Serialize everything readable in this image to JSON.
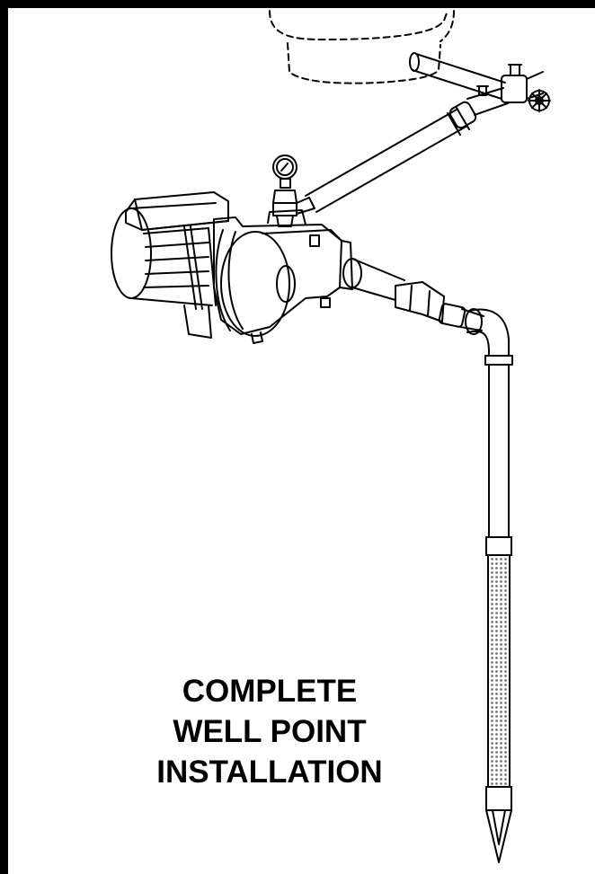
{
  "caption": {
    "line1": "COMPLETE",
    "line2": "WELL POINT",
    "line3": "INSTALLATION"
  },
  "colors": {
    "line": "#000000",
    "background": "#ffffff",
    "screen_fill": "#8a8a8a"
  },
  "components": [
    "storage-tank",
    "discharge-pipe",
    "hose-bib-valve",
    "pressure-gauge",
    "jet-pump",
    "motor",
    "suction-pipe",
    "elbow",
    "drive-pipe",
    "well-screen",
    "drive-point"
  ]
}
